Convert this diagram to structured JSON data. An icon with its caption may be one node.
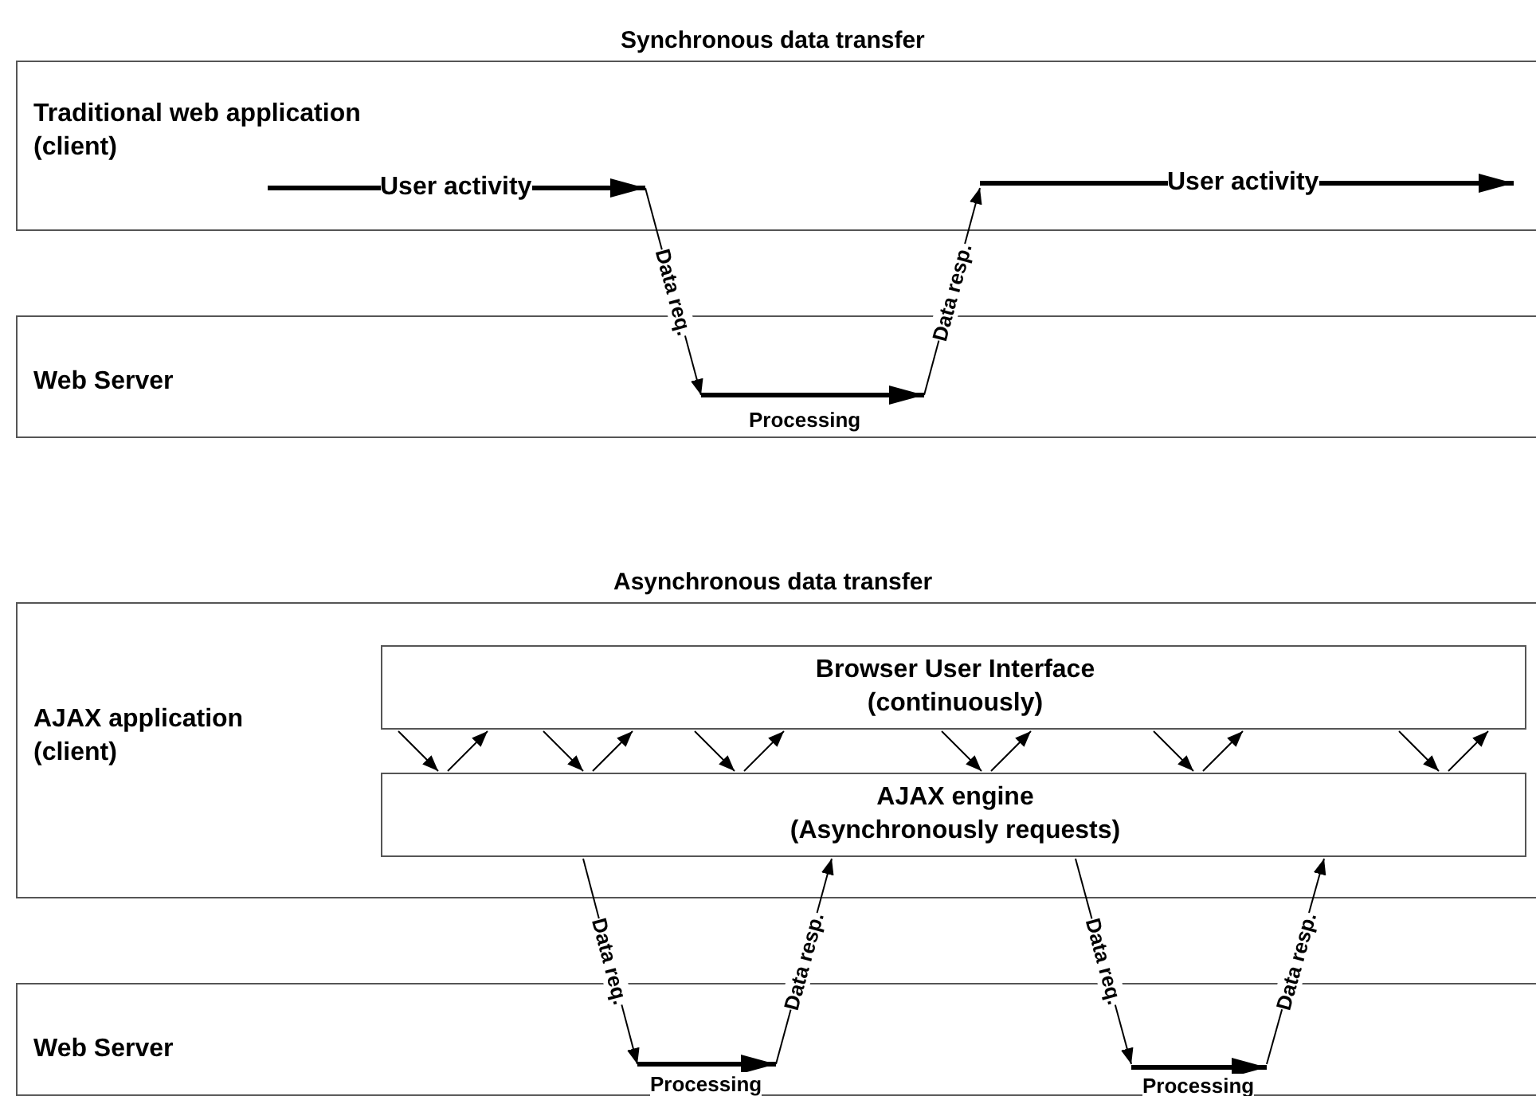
{
  "diagram": {
    "nodes": [
      {
        "text": [
          "Traditional web application (client)"
        ]
      },
      {
        "text": [
          "Web Server"
        ]
      },
      {
        "text": [
          "AJAX application (client)"
        ]
      },
      {
        "text": [
          "Browser User Interface (continuously)"
        ],
        "in": 2
      },
      {
        "text": [
          "AJAX engine (Asynchronously requests)"
        ],
        "in": 2
      },
      {
        "text": [
          "Web Server"
        ]
      }
    ],
    "edges": [
      {
        "from": 0,
        "to": 1,
        "arrow": "to",
        "label": "Data req."
      },
      {
        "from": 1,
        "to": 0,
        "arrow": "to",
        "label": "Data resp."
      },
      {
        "from": 3,
        "to": 4,
        "arrow": "to"
      },
      {
        "from": 4,
        "to": 3,
        "arrow": "to"
      },
      {
        "from": 3,
        "to": 4,
        "arrow": "to"
      },
      {
        "from": 4,
        "to": 3,
        "arrow": "to"
      },
      {
        "from": 3,
        "to": 4,
        "arrow": "to"
      },
      {
        "from": 4,
        "to": 3,
        "arrow": "to"
      },
      {
        "from": 3,
        "to": 4,
        "arrow": "to"
      },
      {
        "from": 4,
        "to": 3,
        "arrow": "to"
      },
      {
        "from": 3,
        "to": 4,
        "arrow": "to"
      },
      {
        "from": 4,
        "to": 3,
        "arrow": "to"
      },
      {
        "from": 3,
        "to": 4,
        "arrow": "to"
      },
      {
        "from": 4,
        "to": 3,
        "arrow": "to"
      },
      {
        "from": 4,
        "to": 5,
        "arrow": "to",
        "label": "Data req."
      },
      {
        "from": 5,
        "to": 4,
        "arrow": "to",
        "label": "Data resp."
      },
      {
        "from": 4,
        "to": 5,
        "arrow": "to",
        "label": "Data req."
      },
      {
        "from": 5,
        "to": 4,
        "arrow": "to",
        "label": "Data resp."
      }
    ],
    "labels": [
      "Synchronous data transfer",
      "User activity",
      "User activity",
      "Processing",
      "Asynchronous data transfer",
      "Processing",
      "Processing"
    ]
  }
}
